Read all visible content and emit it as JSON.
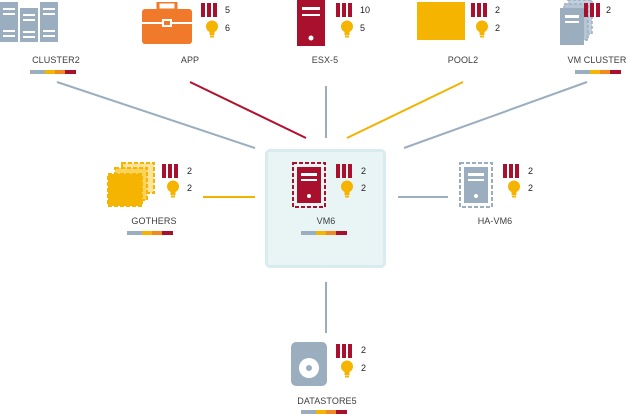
{
  "colors": {
    "edge_neutral": "#9aaec0",
    "edge_critical": "#b40f2e",
    "edge_warning": "#f0b400",
    "alarm": "#a8102d",
    "bulb": "#f5b400",
    "focus_bg": "#e9f4f5",
    "health_bar": [
      "#9aaec0",
      "#f5b400",
      "#f08a24",
      "#a8102d"
    ]
  },
  "nodes": {
    "cluster2": {
      "label": "CLUSTER2",
      "icon": "cluster-icon",
      "alarms": "",
      "insights": ""
    },
    "app": {
      "label": "APP",
      "icon": "briefcase-icon",
      "alarms": "5",
      "insights": "6"
    },
    "esx5": {
      "label": "ESX-5",
      "icon": "server-icon",
      "alarms": "10",
      "insights": "5"
    },
    "pool2": {
      "label": "POOL2",
      "icon": "pool-icon",
      "alarms": "2",
      "insights": "2"
    },
    "vmcluster": {
      "label": "VM CLUSTER",
      "icon": "vm-cluster-icon",
      "alarms": "2",
      "insights": ""
    },
    "gothers": {
      "label": "GOTHERS",
      "icon": "group-icon",
      "alarms": "2",
      "insights": "2"
    },
    "vm6": {
      "label": "VM6",
      "icon": "vm-icon",
      "alarms": "2",
      "insights": "2"
    },
    "havm6": {
      "label": "HA-VM6",
      "icon": "ha-vm-icon",
      "alarms": "2",
      "insights": "2"
    },
    "datastore5": {
      "label": "DATASTORE5",
      "icon": "datastore-icon",
      "alarms": "2",
      "insights": "2"
    }
  }
}
